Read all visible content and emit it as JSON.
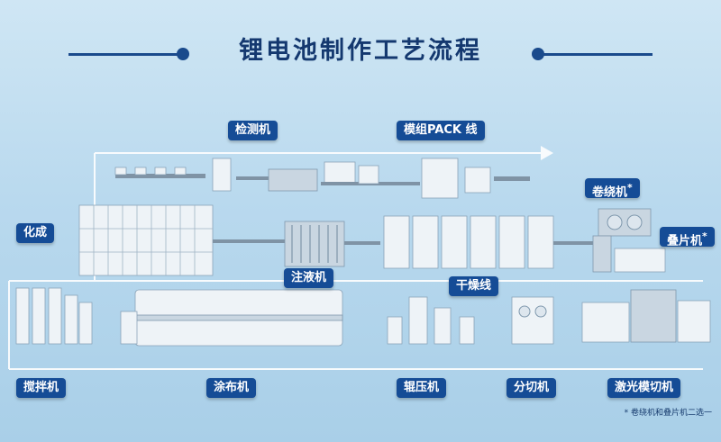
{
  "title": "锂电池制作工艺流程",
  "colors": {
    "accent": "#154c96",
    "title": "#14386f",
    "background": "#b9d9ee",
    "flow_line": "#ffffff"
  },
  "labels": {
    "inspection": "检测机",
    "module_pack": "模组PACK 线",
    "winding": "卷绕机",
    "winding_mark": "*",
    "formation": "化成",
    "stacking": "叠片机",
    "stacking_mark": "*",
    "injection": "注液机",
    "drying": "干燥线",
    "mixing": "搅拌机",
    "coating": "涂布机",
    "rolling": "辊压机",
    "slitting": "分切机",
    "laser_die_cutting": "激光模切机"
  },
  "footnote": "* 卷绕机和叠片机二选一"
}
